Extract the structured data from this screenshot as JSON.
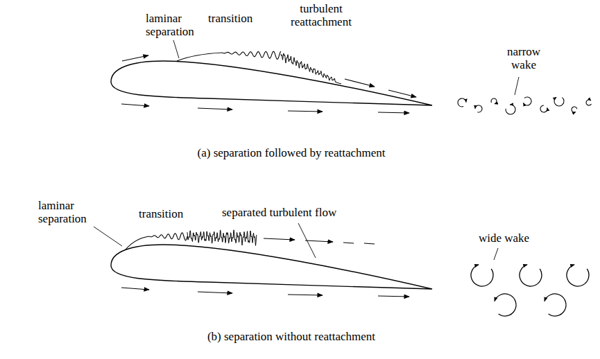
{
  "diagram": {
    "labels": [
      "laminar separation",
      "transition",
      "turbulent reattachment",
      "narrow wake",
      "(a) separation followed by reattachment",
      "laminar separation",
      "transition",
      "separated turbulent flow",
      "wide wake",
      "(b) separation without reattachment"
    ]
  }
}
